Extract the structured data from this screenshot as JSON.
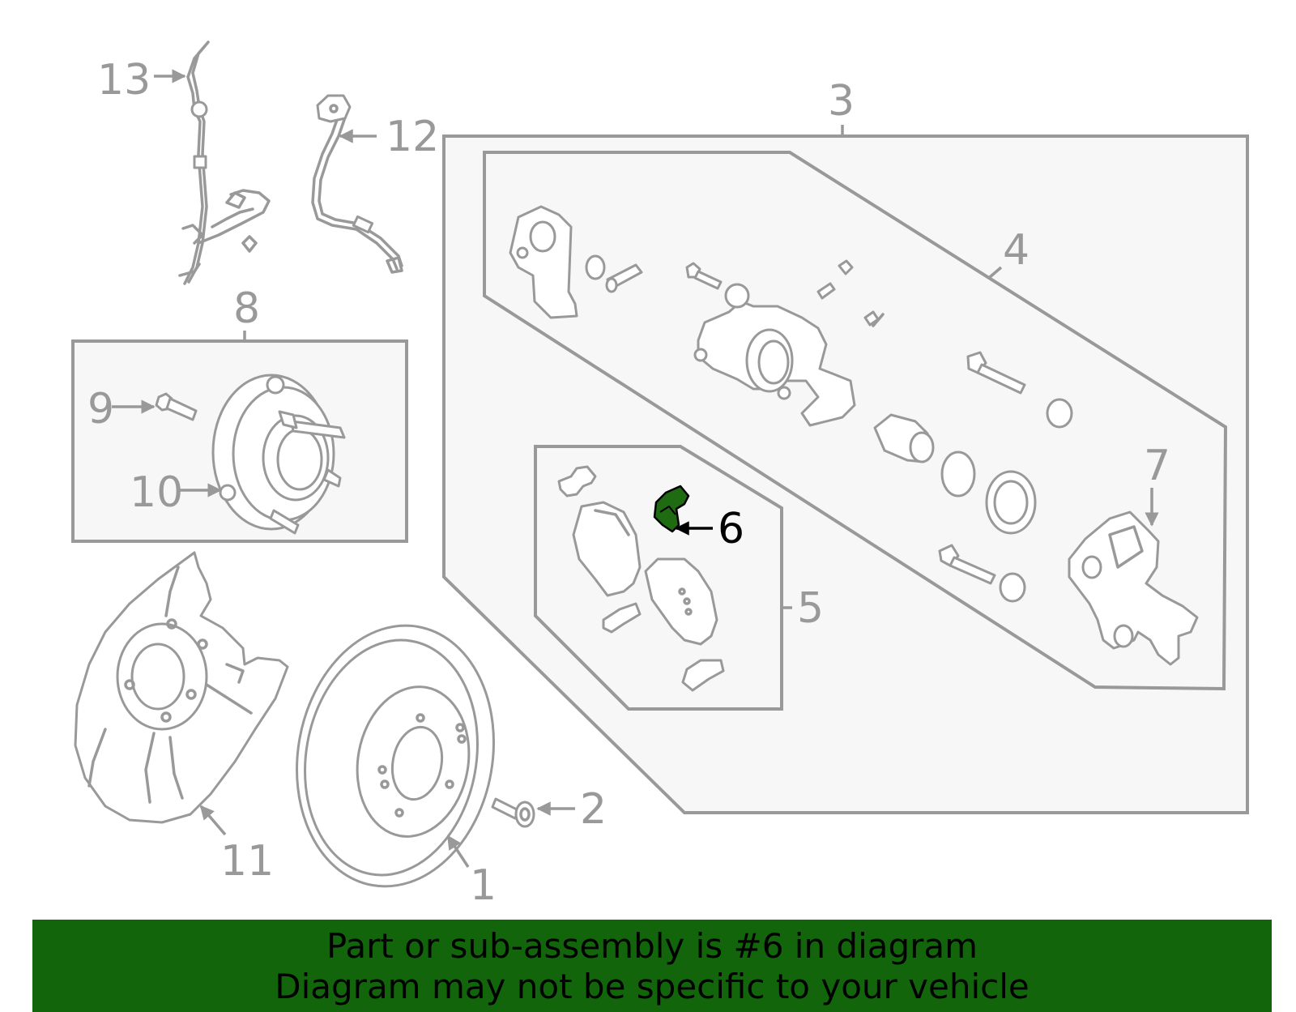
{
  "diagram": {
    "callouts": {
      "c1": "1",
      "c2": "2",
      "c3": "3",
      "c4": "4",
      "c5": "5",
      "c6": "6",
      "c7": "7",
      "c8": "8",
      "c9": "9",
      "c10": "10",
      "c11": "11",
      "c12": "12",
      "c13": "13"
    },
    "highlighted_part": "6",
    "colors": {
      "line": "#999999",
      "highlight": "#1f6b12",
      "banner": "#12650b"
    }
  },
  "banner": {
    "line1": "Part or sub-assembly is #6 in diagram",
    "line2": "Diagram may not be specific to your vehicle"
  }
}
